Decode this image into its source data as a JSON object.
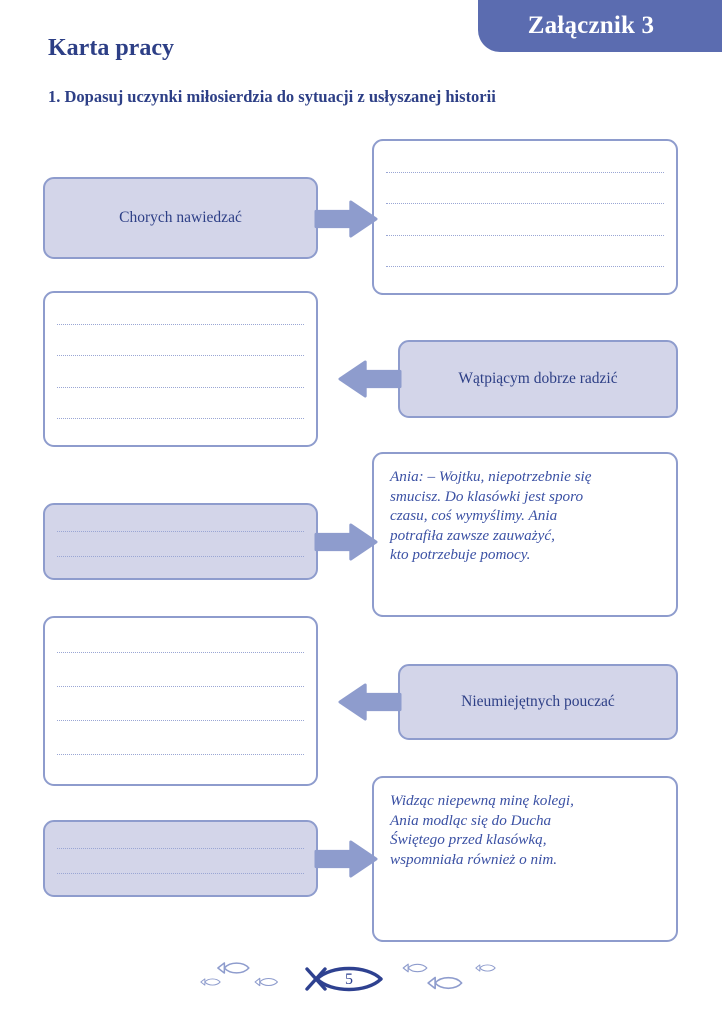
{
  "header": {
    "badge_label": "Załącznik 3",
    "sheet_title": "Karta pracy",
    "badge_bg": "#5b6cb0",
    "badge_text_color": "#ffffff"
  },
  "task": {
    "number": "1.",
    "text": "1. Dopasuj uczynki miłosierdzia do sytuacji z usłyszanej historii"
  },
  "theme": {
    "ink": "#2d3f86",
    "accent": "#5b6cb0",
    "box_border": "#8e9ccd",
    "box_fill": "#d3d5e9",
    "arrow_fill": "#8e9ccd",
    "rule_color": "#9aa6d4",
    "italic_text": "#3b51a4"
  },
  "rows": [
    {
      "id": "row-1",
      "arrow_direction": "right",
      "left": {
        "kind": "label",
        "filled": true,
        "label": "Chorych nawiedzać",
        "rules": 0
      },
      "right": {
        "kind": "answer",
        "filled": false,
        "label": "",
        "rules": 4
      }
    },
    {
      "id": "row-2",
      "arrow_direction": "left",
      "left": {
        "kind": "answer",
        "filled": false,
        "label": "",
        "rules": 4
      },
      "right": {
        "kind": "label",
        "filled": true,
        "label": "Wątpiącym dobrze radzić",
        "rules": 0
      }
    },
    {
      "id": "row-3",
      "arrow_direction": "right",
      "left": {
        "kind": "answer",
        "filled": true,
        "label": "",
        "rules": 2
      },
      "right": {
        "kind": "story",
        "filled": false,
        "label": "Ania: – Wojtku, niepotrzebnie się\nsmucisz. Do klasówki jest sporo\nczasu, coś wymyślimy. Ania\npotrafiła zawsze zauważyć,\nkto potrzebuje pomocy.",
        "rules": 0
      }
    },
    {
      "id": "row-4",
      "arrow_direction": "left",
      "left": {
        "kind": "answer",
        "filled": false,
        "label": "",
        "rules": 4
      },
      "right": {
        "kind": "label",
        "filled": true,
        "label": "Nieumiejętnych pouczać",
        "rules": 0
      }
    },
    {
      "id": "row-5",
      "arrow_direction": "right",
      "left": {
        "kind": "answer",
        "filled": true,
        "label": "",
        "rules": 2
      },
      "right": {
        "kind": "story",
        "filled": false,
        "label": "Widząc niepewną minę kolegi,\nAnia modląc się do Ducha\nŚwiętego przed klasówką,\nwspomniała również o nim.",
        "rules": 0
      }
    }
  ],
  "footer": {
    "page_number": "5",
    "fish_main_color": "#2e4190",
    "fish_small_color": "#8e9ccd",
    "decorative_fish_count": 6
  }
}
